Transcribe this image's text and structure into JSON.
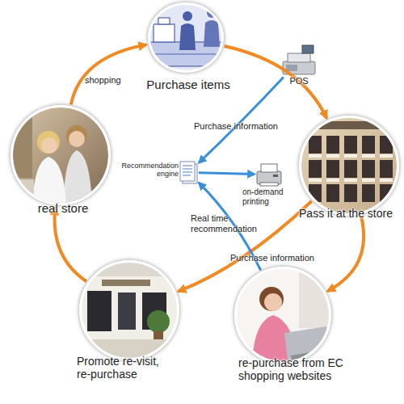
{
  "diagram": {
    "nodes": [
      {
        "text": [
          "Purchase items"
        ]
      },
      {
        "text": [
          "POS"
        ]
      },
      {
        "text": [
          "real store"
        ]
      },
      {
        "text": [
          "Recommendation engine"
        ]
      },
      {
        "text": [
          "on-demand printing"
        ]
      },
      {
        "text": [
          "Pass it at the store"
        ]
      },
      {
        "text": [
          "Promote re-visit, re-purchase"
        ]
      },
      {
        "text": [
          "re-purchase from EC shopping websites"
        ]
      }
    ],
    "edges": [
      {
        "from": 0,
        "to": 5,
        "arrow": "to"
      },
      {
        "from": 5,
        "to": 7,
        "arrow": "to"
      },
      {
        "from": 5,
        "to": 6,
        "label": "Purchase information",
        "arrow": "to"
      },
      {
        "from": 6,
        "to": 2,
        "arrow": "to"
      },
      {
        "from": 2,
        "to": 0,
        "label": "shopping",
        "arrow": "to"
      },
      {
        "from": 1,
        "to": 3,
        "label": "Purchase information",
        "arrow": "to"
      },
      {
        "from": 3,
        "to": 4,
        "arrow": "to"
      },
      {
        "from": 7,
        "to": 3,
        "label": "Real time recommendation",
        "arrow": "to"
      }
    ]
  }
}
